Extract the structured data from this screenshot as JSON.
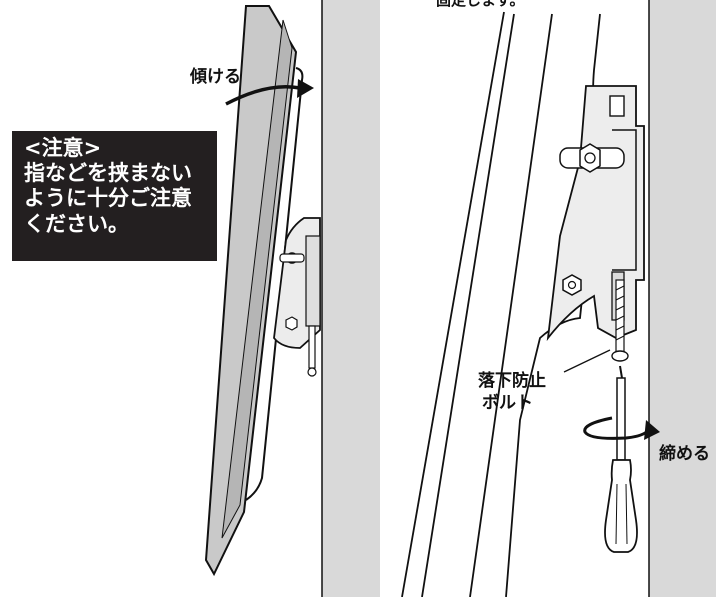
{
  "header": {
    "top_caption_fragment": "固定します。"
  },
  "left_panel": {
    "tilt_label": "傾ける",
    "caution": {
      "title": "<注意>",
      "lines": [
        "指などを挟まない",
        "ように十分ご注意",
        "ください。"
      ]
    }
  },
  "right_panel": {
    "bolt_label_line1": "落下防止",
    "bolt_label_line2": "ボルト",
    "tighten_label": "締める"
  },
  "colors": {
    "wall": "#d9d9d9",
    "panel": "#c8c8c8",
    "bracket": "#e6e6e6",
    "caution_bg": "#231f20",
    "caution_text": "#ffffff",
    "line": "#111111"
  }
}
